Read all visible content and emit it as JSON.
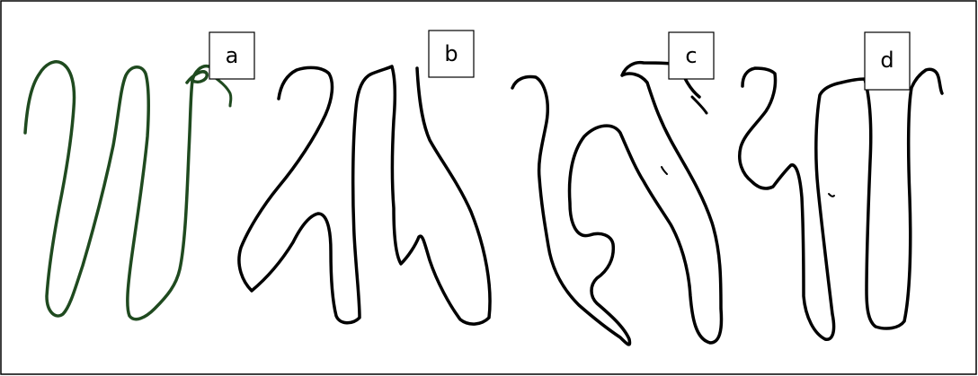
{
  "figure": {
    "panels": [
      {
        "label": "a",
        "stroke_color": "#1f4a1f"
      },
      {
        "label": "b",
        "stroke_color": "#000000"
      },
      {
        "label": "c",
        "stroke_color": "#000000"
      },
      {
        "label": "d",
        "stroke_color": "#000000"
      }
    ]
  }
}
